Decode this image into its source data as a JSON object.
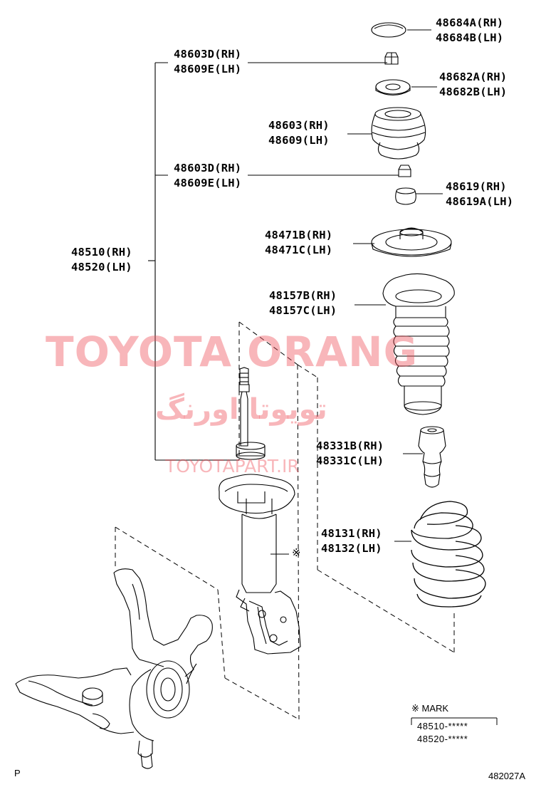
{
  "labels": {
    "p48684": [
      "48684A(RH)",
      "48684B(LH)"
    ],
    "p48603d_top": [
      "48603D(RH)",
      "48609E(LH)"
    ],
    "p48682": [
      "48682A(RH)",
      "48682B(LH)"
    ],
    "p48603": [
      "48603(RH)",
      "48609(LH)"
    ],
    "p48603d_mid": [
      "48603D(RH)",
      "48609E(LH)"
    ],
    "p48619": [
      "48619(RH)",
      "48619A(LH)"
    ],
    "p48510": [
      "48510(RH)",
      "48520(LH)"
    ],
    "p48471": [
      "48471B(RH)",
      "48471C(LH)"
    ],
    "p48157": [
      "48157B(RH)",
      "48157C(LH)"
    ],
    "p48331": [
      "48331B(RH)",
      "48331C(LH)"
    ],
    "p48131": [
      "48131(RH)",
      "48132(LH)"
    ]
  },
  "mark_symbol": "※",
  "mark_box": {
    "title": "※ MARK",
    "lines": [
      "48510-*****",
      "48520-*****"
    ]
  },
  "corner_left": "P",
  "figure_code": "482027A",
  "watermark": {
    "main": "TOYOTA ORANG",
    "farsi": "تویوتا اورنگ",
    "url": "TOYOTAPART.IR",
    "color": "#ee505a"
  }
}
